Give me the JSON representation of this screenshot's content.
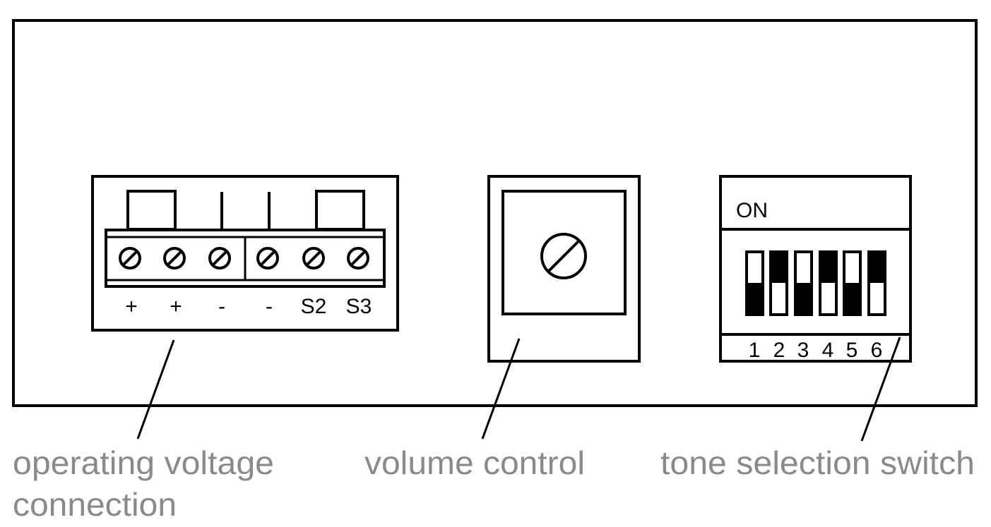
{
  "terminal_block": {
    "labels": [
      "+",
      "+",
      "-",
      "-",
      "S2",
      "S3"
    ]
  },
  "dip_switch": {
    "on_label": "ON",
    "numbers": [
      "1",
      "2",
      "3",
      "4",
      "5",
      "6"
    ],
    "states": [
      "off",
      "on",
      "off",
      "on",
      "off",
      "on"
    ]
  },
  "captions": {
    "operating_voltage_line1": "operating voltage",
    "operating_voltage_line2": "connection",
    "volume_control": "volume control",
    "tone_selection_switch": "tone selection switch"
  },
  "colors": {
    "line": "#000000",
    "caption": "#8a8a8a"
  }
}
